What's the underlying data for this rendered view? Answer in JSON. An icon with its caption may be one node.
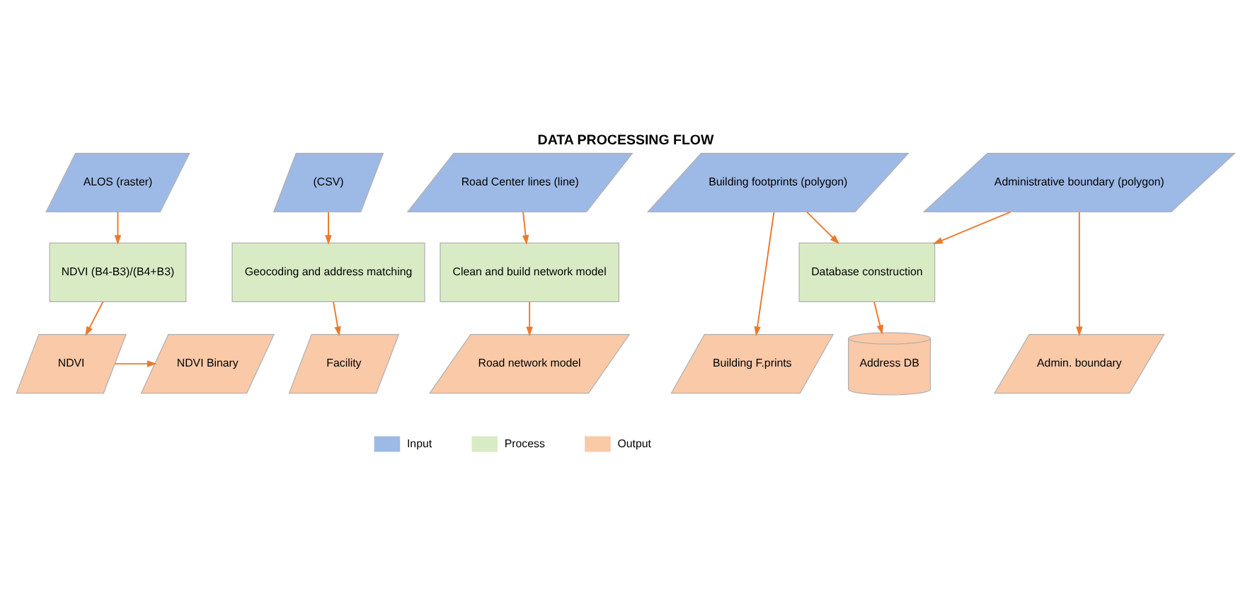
{
  "diagram": {
    "title": "DATA PROCESSING FLOW",
    "nodes": [
      {
        "text": [
          "ALOS (raster)"
        ]
      },
      {
        "text": [
          "(CSV)"
        ]
      },
      {
        "text": [
          "Road Center lines (line)"
        ]
      },
      {
        "text": [
          "Building footprints (polygon)"
        ]
      },
      {
        "text": [
          "Administrative boundary (polygon)"
        ]
      },
      {
        "text": [
          "NDVI (B4-B3)/(B4+B3)"
        ]
      },
      {
        "text": [
          "Geocoding and address matching"
        ]
      },
      {
        "text": [
          "Clean and build network model"
        ]
      },
      {
        "text": [
          "Database construction"
        ]
      },
      {
        "text": [
          "NDVI"
        ]
      },
      {
        "text": [
          "NDVI Binary"
        ]
      },
      {
        "text": [
          "Facility"
        ]
      },
      {
        "text": [
          "Road network model"
        ]
      },
      {
        "text": [
          "Building F.prints"
        ]
      },
      {
        "text": [
          "Address DB"
        ]
      },
      {
        "text": [
          "Admin. boundary"
        ]
      }
    ],
    "edges": [
      {
        "from": 0,
        "to": 5,
        "arrow": "to"
      },
      {
        "from": 1,
        "to": 6,
        "arrow": "to"
      },
      {
        "from": 2,
        "to": 7,
        "arrow": "to"
      },
      {
        "from": 3,
        "to": 8,
        "arrow": "to"
      },
      {
        "from": 4,
        "to": 8,
        "arrow": "to"
      },
      {
        "from": 5,
        "to": 9,
        "arrow": "to"
      },
      {
        "from": 9,
        "to": 10,
        "arrow": "to"
      },
      {
        "from": 6,
        "to": 11,
        "arrow": "to"
      },
      {
        "from": 7,
        "to": 12,
        "arrow": "to"
      },
      {
        "from": 3,
        "to": 13,
        "arrow": "to"
      },
      {
        "from": 8,
        "to": 14,
        "arrow": "to"
      },
      {
        "from": 4,
        "to": 15,
        "arrow": "to"
      }
    ],
    "legend": [
      {
        "text": "Input",
        "color": "#9db9e6"
      },
      {
        "text": "Process",
        "color": "#d9ebc4"
      },
      {
        "text": "Output",
        "color": "#f9c9a8"
      }
    ]
  }
}
